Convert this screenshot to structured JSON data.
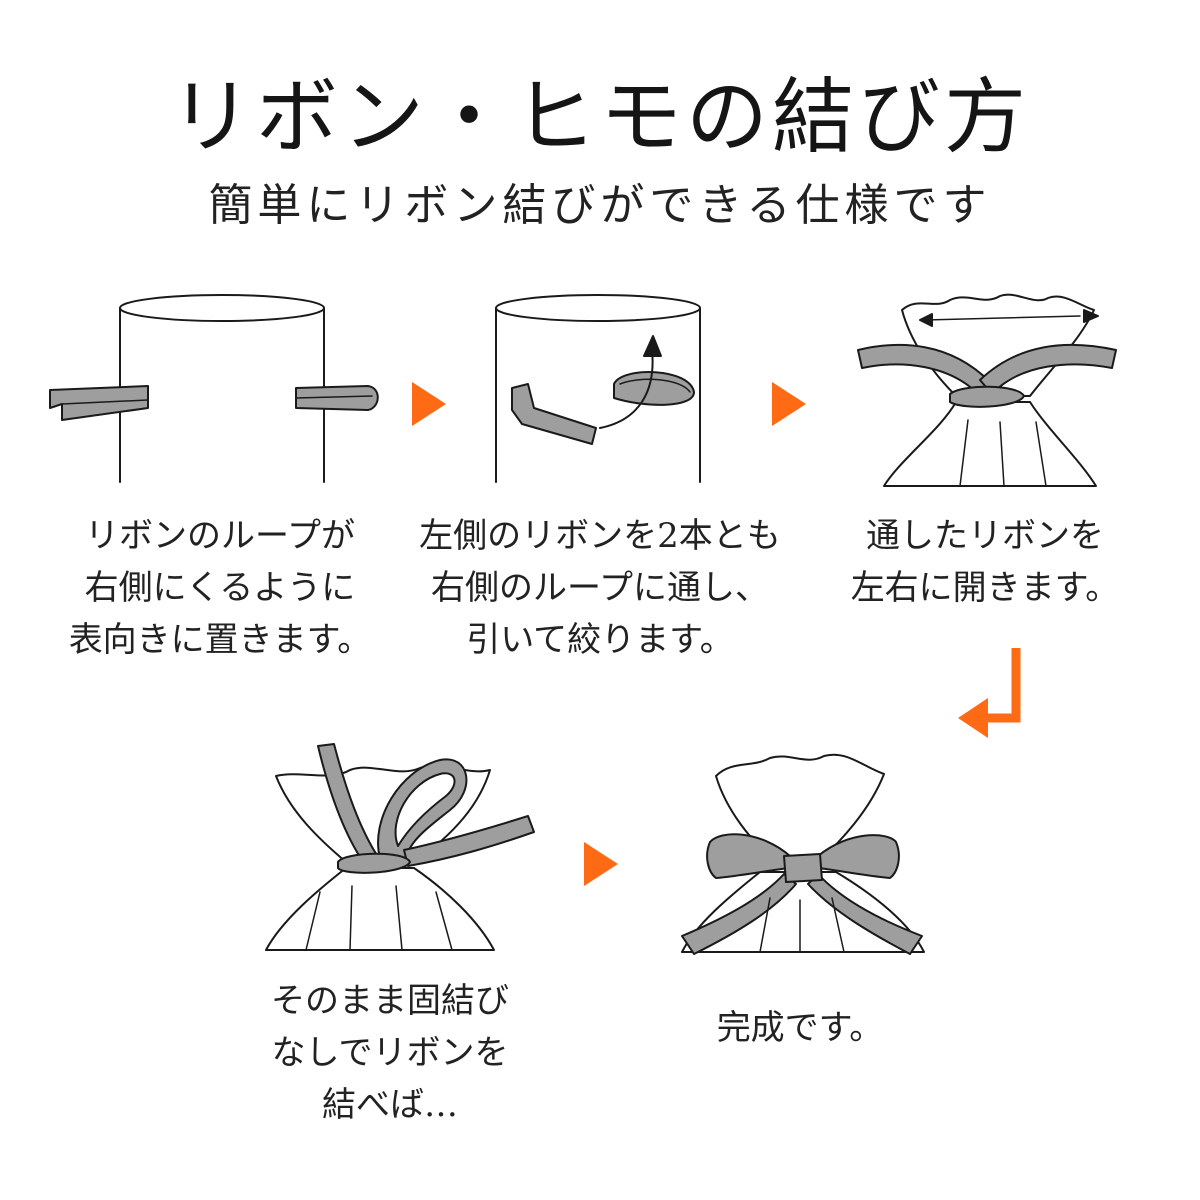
{
  "title": "リボン・ヒモの結び方",
  "subtitle": "簡単にリボン結びができる仕様です",
  "colors": {
    "accent": "#ff6a14",
    "ribbon_fill": "#9e9e9e",
    "line": "#1a1a1a"
  },
  "steps": [
    {
      "caption": "リボンのループが\n右側にくるように\n表向きに置きます。"
    },
    {
      "caption": "左側のリボンを2本とも\n右側のループに通し、\n引いて絞ります。"
    },
    {
      "caption": "通したリボンを\n左右に開きます。"
    },
    {
      "caption": "そのまま固結び\nなしでリボンを\n結べば…"
    },
    {
      "caption": "完成です。"
    }
  ]
}
